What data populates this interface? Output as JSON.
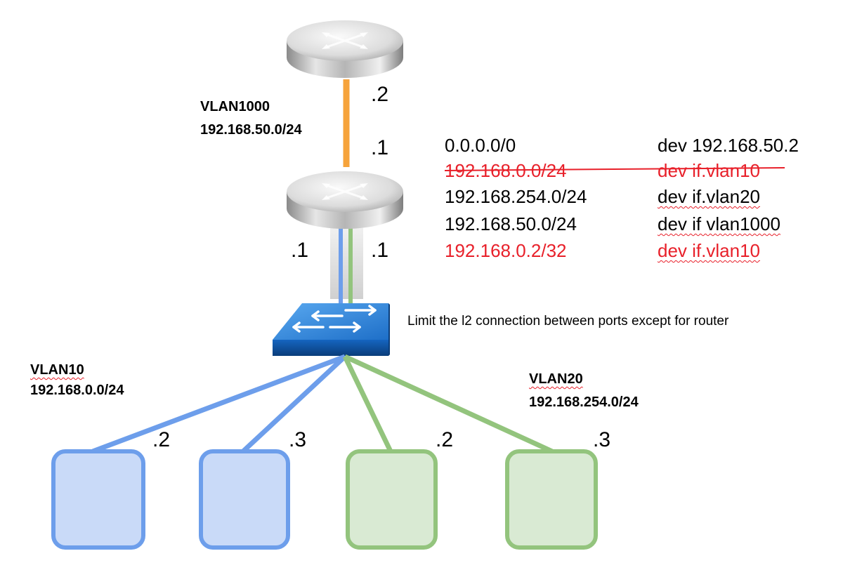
{
  "wan_link": {
    "vlan": "VLAN1000",
    "subnet": "192.168.50.0/24",
    "upstream_suffix": ".2",
    "router_suffix": ".1"
  },
  "router_ports": {
    "vlan10_suffix": ".1",
    "vlan20_suffix": ".1"
  },
  "routing_table": {
    "rows": [
      {
        "dest": "0.0.0.0/0",
        "dev": "dev 192.168.50.2",
        "color": "#000000",
        "struck": false
      },
      {
        "dest": "192.168.0.0/24",
        "dev": "dev if.vlan10",
        "color": "#e8202a",
        "struck": true
      },
      {
        "dest": "192.168.254.0/24",
        "dev": "dev if.vlan20",
        "color": "#000000",
        "struck": false
      },
      {
        "dest": "192.168.50.0/24",
        "dev": "dev if vlan1000",
        "color": "#000000",
        "struck": false
      },
      {
        "dest": "192.168.0.2/32",
        "dev": "dev if.vlan10",
        "color": "#e8202a",
        "struck": false
      }
    ]
  },
  "switch_note": "Limit the l2 connection between ports except for router",
  "vlan10": {
    "name": "VLAN10",
    "subnet": "192.168.0.0/24",
    "hosts": [
      ".2",
      ".3"
    ],
    "color": "#6d9eeb",
    "fill": "#c9daf8"
  },
  "vlan20": {
    "name": "VLAN20",
    "subnet": "192.168.254.0/24",
    "hosts": [
      ".2",
      ".3"
    ],
    "color": "#93c47d",
    "fill": "#d9ead3"
  },
  "link_colors": {
    "wan": "#f6a33b",
    "switch_uplink": "#d9d9d9"
  },
  "icons": {
    "upstream_router": "router-icon",
    "core_router": "router-icon",
    "switch": "switch-icon",
    "host": "host-box-icon"
  }
}
